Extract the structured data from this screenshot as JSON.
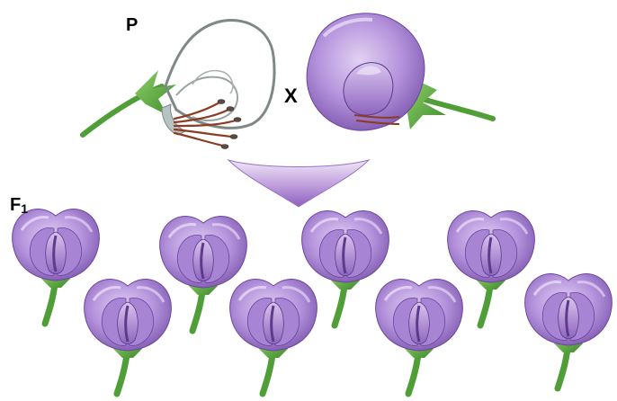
{
  "labels": {
    "parents": "P",
    "cross": "X",
    "f1_letter": "F",
    "f1_subscript": "1"
  },
  "colors": {
    "petal_light": "#c9aee6",
    "petal_mid": "#9e76c8",
    "petal_dark": "#5e3a8c",
    "stem_green": "#4f9e37",
    "stamen_brown": "#8a3d22",
    "outline_grey": "#8a9090",
    "arrow": "#a77fcb"
  },
  "f1_offspring": [
    {
      "name": "f1-flower-1"
    },
    {
      "name": "f1-flower-2"
    },
    {
      "name": "f1-flower-3"
    },
    {
      "name": "f1-flower-4"
    },
    {
      "name": "f1-flower-5"
    },
    {
      "name": "f1-flower-6"
    },
    {
      "name": "f1-flower-7"
    },
    {
      "name": "f1-flower-8"
    }
  ]
}
